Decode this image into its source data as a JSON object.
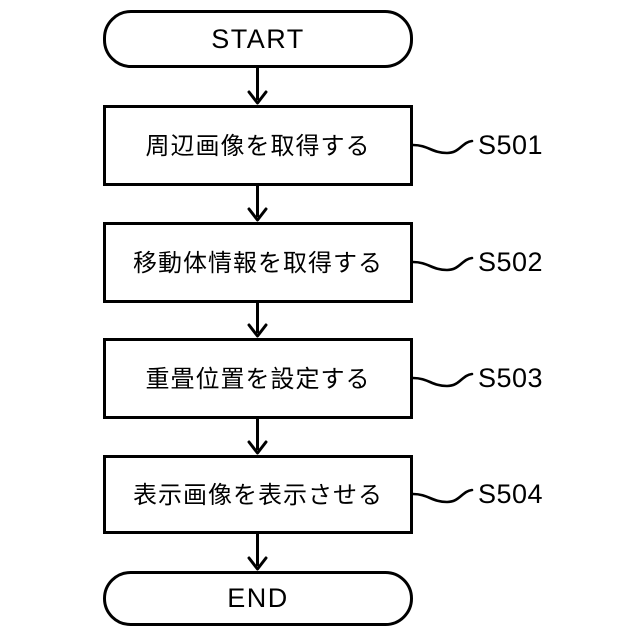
{
  "diagram": {
    "type": "flowchart",
    "title": "",
    "orientation": "vertical",
    "background_color": "#ffffff",
    "line_color": "#000000",
    "text_color": "#000000",
    "nodes": [
      {
        "id": "start",
        "kind": "terminal",
        "label": "START",
        "step_ref": ""
      },
      {
        "id": "s501",
        "kind": "process",
        "label": "周辺画像を取得する",
        "step_ref": "S501"
      },
      {
        "id": "s502",
        "kind": "process",
        "label": "移動体情報を取得する",
        "step_ref": "S502"
      },
      {
        "id": "s503",
        "kind": "process",
        "label": "重畳位置を設定する",
        "step_ref": "S503"
      },
      {
        "id": "s504",
        "kind": "process",
        "label": "表示画像を表示させる",
        "step_ref": "S504"
      },
      {
        "id": "end",
        "kind": "terminal",
        "label": "END",
        "step_ref": ""
      }
    ],
    "edges": [
      {
        "from": "start",
        "to": "s501",
        "arrow": "down"
      },
      {
        "from": "s501",
        "to": "s502",
        "arrow": "down"
      },
      {
        "from": "s502",
        "to": "s503",
        "arrow": "down"
      },
      {
        "from": "s503",
        "to": "s504",
        "arrow": "down"
      },
      {
        "from": "s504",
        "to": "end",
        "arrow": "down"
      }
    ]
  }
}
